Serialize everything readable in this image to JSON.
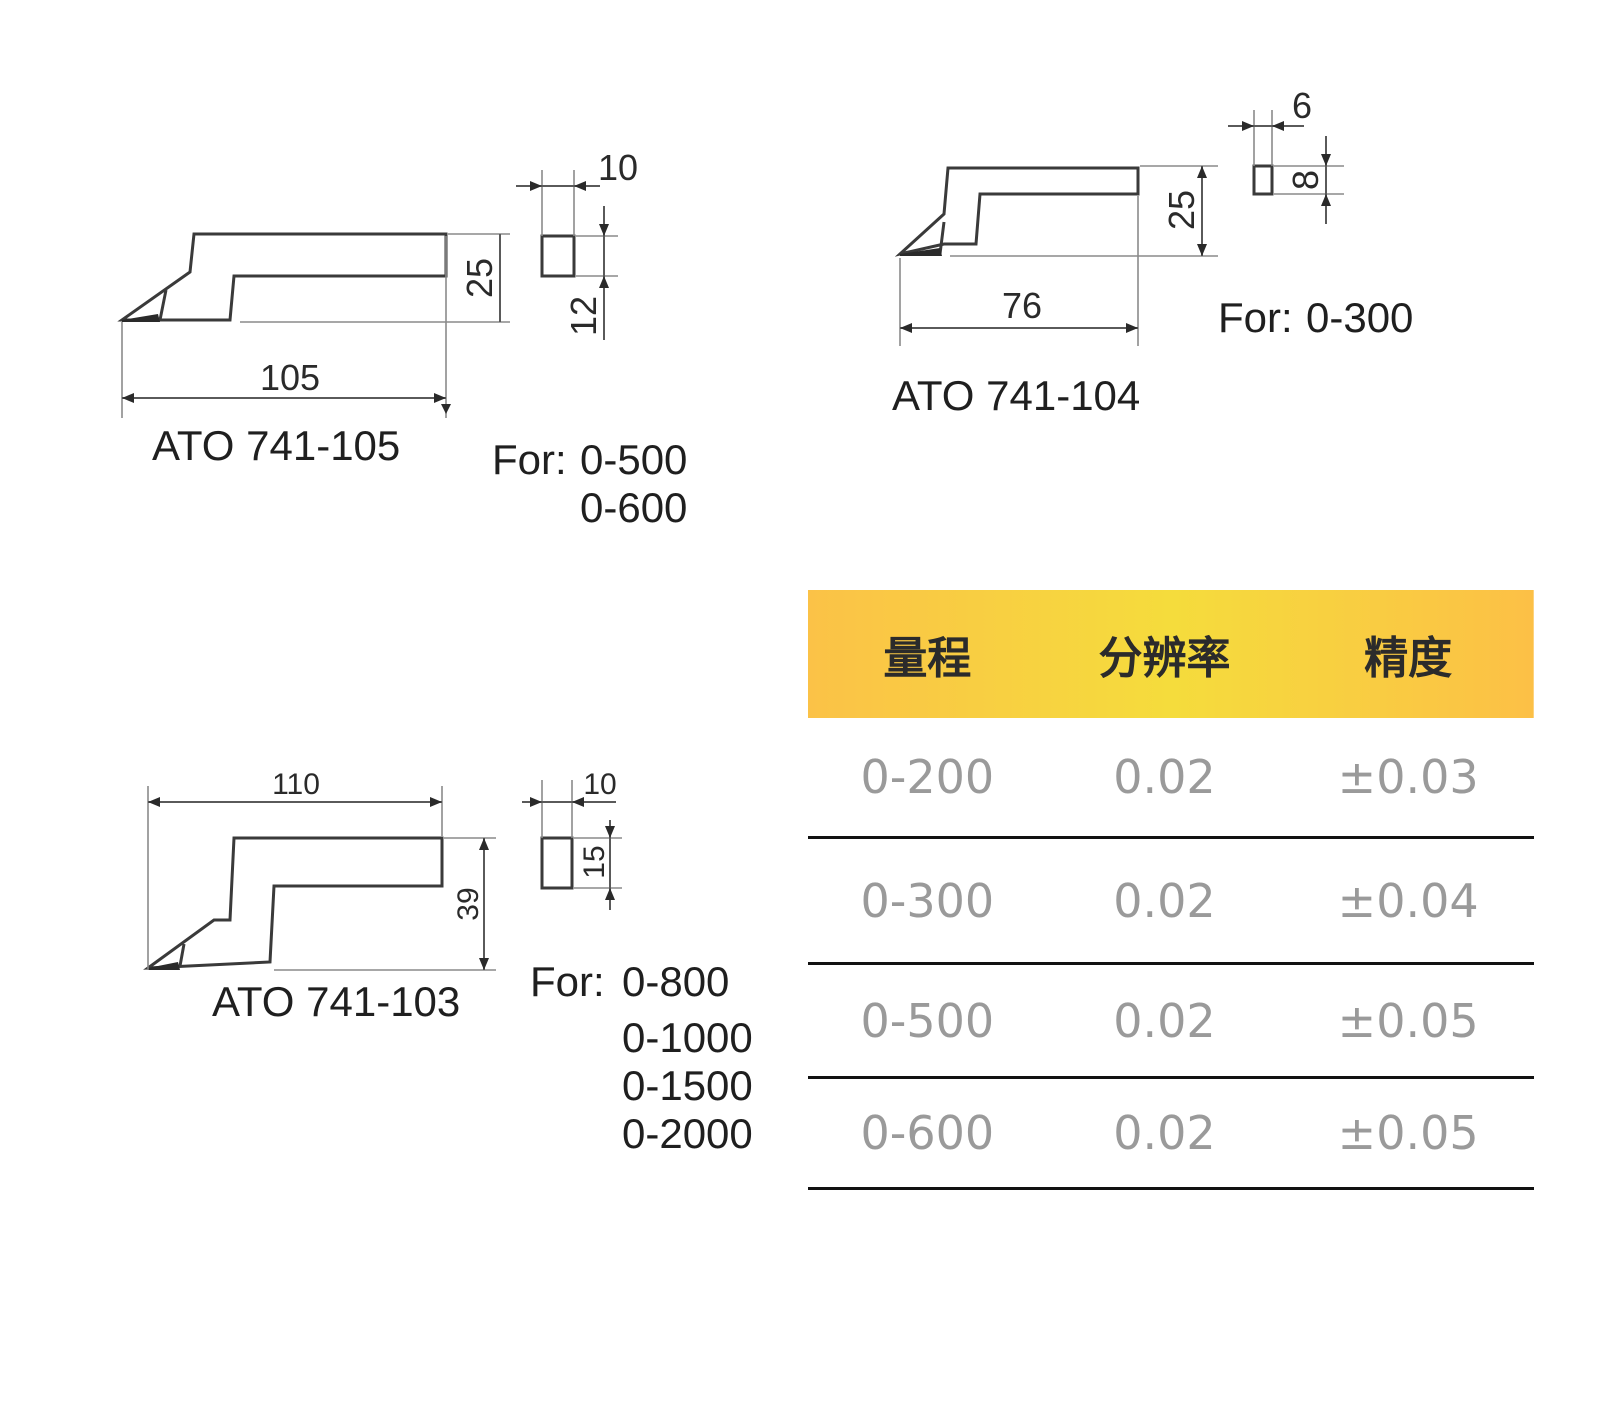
{
  "drawings": {
    "ato_741_105": {
      "model": "ATO 741-105",
      "dims": {
        "length": "105",
        "height": "25",
        "width": "10",
        "thickness": "12"
      },
      "for_label": "For:",
      "ranges": [
        "0-500",
        "0-600"
      ]
    },
    "ato_741_104": {
      "model": "ATO 741-104",
      "dims": {
        "length": "76",
        "height": "25",
        "width": "6",
        "thickness": "8"
      },
      "for_label": "For:",
      "ranges": [
        "0-300"
      ]
    },
    "ato_741_103": {
      "model": "ATO 741-103",
      "dims": {
        "length": "110",
        "height": "39",
        "width": "10",
        "thickness": "15"
      },
      "for_label": "For:",
      "ranges": [
        "0-800",
        "0-1000",
        "0-1500",
        "0-2000"
      ]
    }
  },
  "spec_table": {
    "headers": [
      "量程",
      "分辨率",
      "精度"
    ],
    "rows": [
      [
        "0-200",
        "0.02",
        "±0.03"
      ],
      [
        "0-300",
        "0.02",
        "±0.04"
      ],
      [
        "0-500",
        "0.02",
        "±0.05"
      ],
      [
        "0-600",
        "0.02",
        "±0.05"
      ]
    ],
    "header_colors": [
      "#fbc247",
      "#f5dc3c"
    ]
  }
}
